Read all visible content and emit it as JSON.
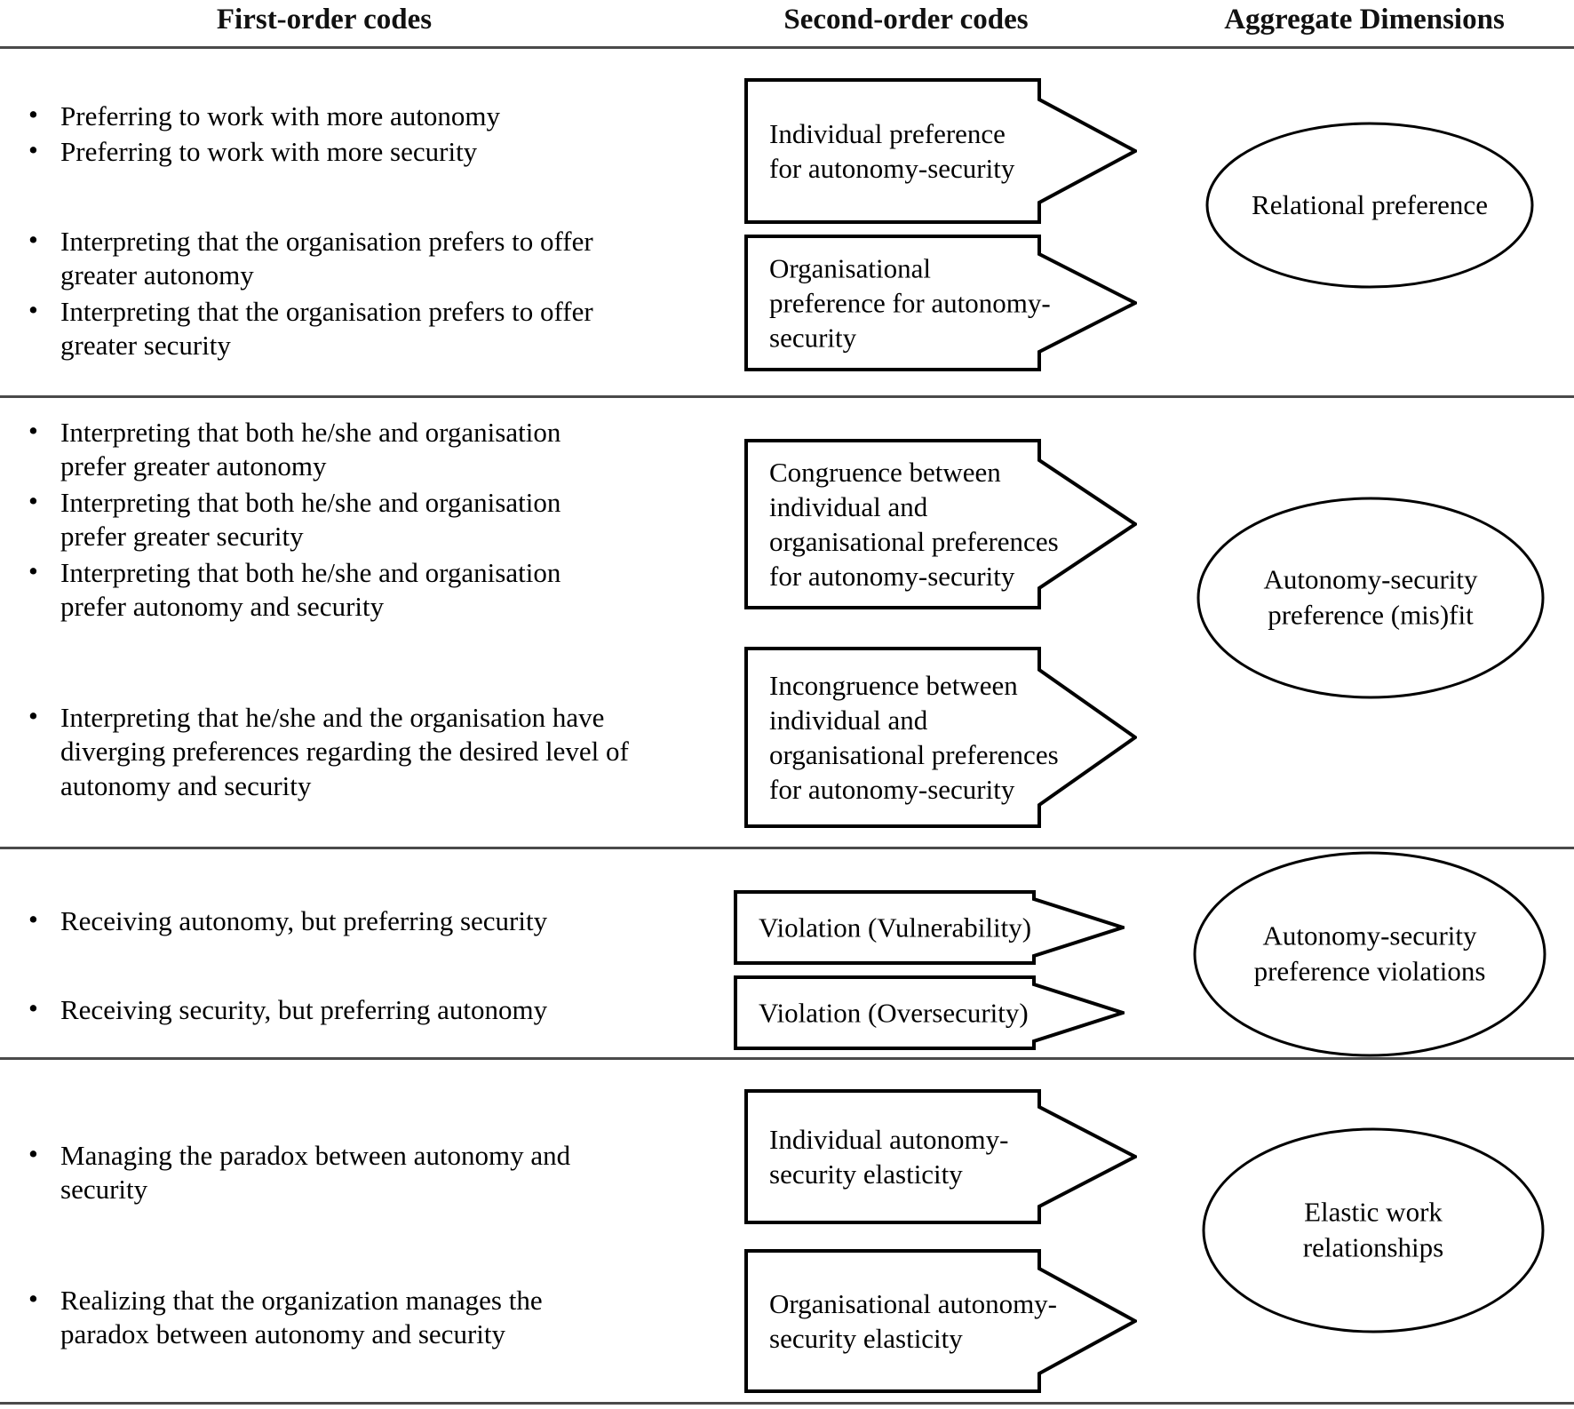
{
  "headers": {
    "first_order": "First-order codes",
    "second_order": "Second-order codes",
    "aggregate": "Aggregate Dimensions"
  },
  "sections": [
    {
      "id": "relational-preference",
      "first_order_codes": [
        "Preferring to work with more autonomy",
        "Preferring to work with more security",
        "Interpreting that the organisation prefers to offer greater autonomy",
        "Interpreting that the organisation prefers to offer greater security"
      ],
      "second_order_codes": [
        "Individual preference\nfor autonomy-security",
        "Organisational\npreference for autonomy-\nsecurity"
      ],
      "aggregate_dimension": "Relational preference"
    },
    {
      "id": "autonomy-security-preference-misfit",
      "first_order_codes": [
        "Interpreting that both he/she and organisation prefer greater autonomy",
        "Interpreting that both he/she and organisation prefer greater security",
        "Interpreting that both he/she and organisation prefer autonomy and security",
        "Interpreting that he/she and the organisation have diverging preferences regarding the desired level of autonomy and security"
      ],
      "second_order_codes": [
        "Congruence between\nindividual and\norganisational preferences\nfor autonomy-security",
        "Incongruence between\nindividual and\norganisational preferences\nfor autonomy-security"
      ],
      "aggregate_dimension": "Autonomy-security\npreference (mis)fit"
    },
    {
      "id": "autonomy-security-preference-violations",
      "first_order_codes": [
        "Receiving autonomy, but preferring security",
        "Receiving security, but preferring autonomy"
      ],
      "second_order_codes": [
        "Violation (Vulnerability)",
        "Violation (Oversecurity)"
      ],
      "aggregate_dimension": "Autonomy-security\npreference violations"
    },
    {
      "id": "elastic-work-relationships",
      "first_order_codes": [
        "Managing the paradox between autonomy and security",
        "Realizing that the organization manages the paradox between autonomy and security"
      ],
      "second_order_codes": [
        "Individual autonomy-\nsecurity elasticity",
        "Organisational autonomy-\nsecurity elasticity"
      ],
      "aggregate_dimension": "Elastic work\nrelationships"
    }
  ],
  "colors": {
    "stroke": "#000000",
    "divider": "#4a4a4a",
    "background": "#ffffff",
    "text": "#000000"
  },
  "bullet_glyph": "•"
}
